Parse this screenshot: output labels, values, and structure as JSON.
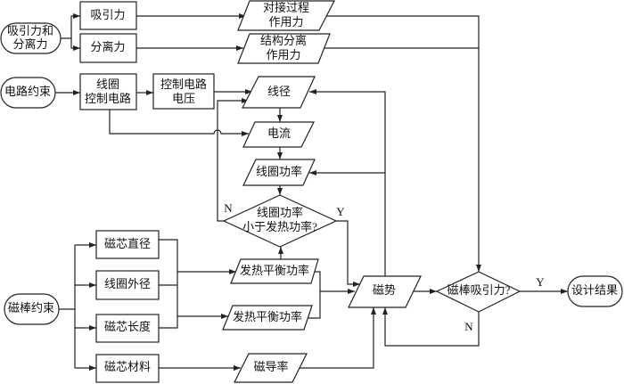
{
  "nodes": {
    "attr_sep_1": "吸引力和",
    "attr_sep_2": "分离力",
    "attraction": "吸引力",
    "separation": "分离力",
    "docking_1": "对接过程",
    "docking_2": "作用力",
    "struct_1": "结构分离",
    "struct_2": "作用力",
    "circuit_constraint": "电路约束",
    "coil_circuit_1": "线圈",
    "coil_circuit_2": "控制电路",
    "voltage_1": "控制电路",
    "voltage_2": "电压",
    "wire_dia": "线径",
    "current": "电流",
    "coil_power": "线圈功率",
    "decision1_1": "线圈功率",
    "decision1_2": "小于发热功率?",
    "rod_constraint": "磁棒约束",
    "core_dia": "磁芯直径",
    "coil_outer": "线圈外径",
    "core_len": "磁芯长度",
    "core_mat": "磁芯材料",
    "heat_bal_1": "发热平衡功率",
    "heat_bal_2": "发热平衡功率",
    "permeability": "磁导率",
    "mmf": "磁势",
    "decision2": "磁棒吸引力?",
    "result": "设计结果"
  },
  "labels": {
    "n1": "N",
    "y1": "Y",
    "n2": "N",
    "y2": "Y"
  }
}
